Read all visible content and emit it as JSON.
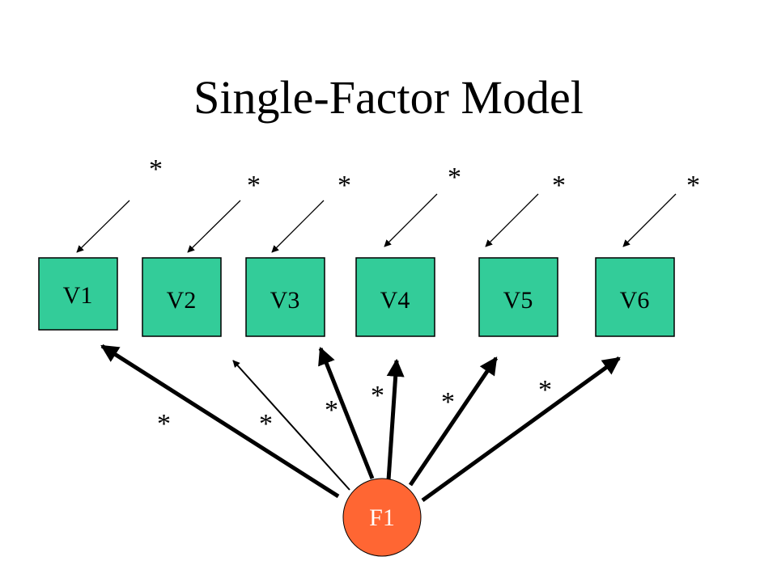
{
  "title": "Single-Factor Model",
  "factor": {
    "label": "F1",
    "color": "#ff6633"
  },
  "indicator_color": "#33cc99",
  "indicators": [
    {
      "label": "V1"
    },
    {
      "label": "V2"
    },
    {
      "label": "V3"
    },
    {
      "label": "V4"
    },
    {
      "label": "V5"
    },
    {
      "label": "V6"
    }
  ],
  "error_markers": [
    "*",
    "*",
    "*",
    "*",
    "*",
    "*"
  ],
  "loading_markers": [
    "*",
    "*",
    "*",
    "*",
    "*",
    "*"
  ]
}
